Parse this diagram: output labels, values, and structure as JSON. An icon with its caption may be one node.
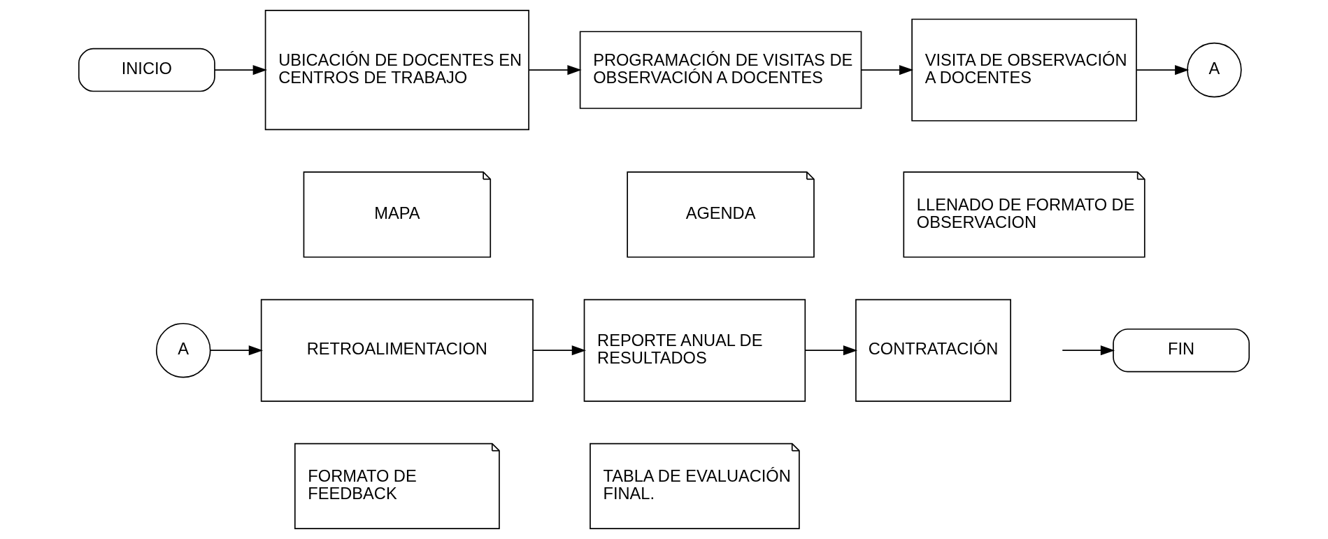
{
  "diagram": {
    "nodes": [
      {
        "text": [
          "INICIO"
        ]
      },
      {
        "text": [
          "UBICACIÓN DE DOCENTES EN CENTROS DE TRABAJO"
        ]
      },
      {
        "text": [
          "MAPA"
        ]
      },
      {
        "text": [
          "PROGRAMACIÓN DE VISITAS DE OBSERVACIÓN A DOCENTES"
        ]
      },
      {
        "text": [
          "AGENDA"
        ]
      },
      {
        "text": [
          "VISITA DE OBSERVACIÓN A DOCENTES"
        ]
      },
      {
        "text": [
          "LLENADO DE FORMATO DE OBSERVACION"
        ]
      },
      {
        "text": [
          "A"
        ]
      },
      {
        "text": [
          "A"
        ]
      },
      {
        "text": [
          "RETROALIMENTACION"
        ]
      },
      {
        "text": [
          "FORMATO DE FEEDBACK"
        ]
      },
      {
        "text": [
          "REPORTE ANUAL DE RESULTADOS"
        ]
      },
      {
        "text": [
          "TABLA DE EVALUACIÓN FINAL."
        ]
      },
      {
        "text": [
          "CONTRATACIÓN"
        ]
      },
      {
        "text": [
          "FIN"
        ]
      }
    ],
    "edges": [
      {
        "from": 0,
        "to": 1,
        "arrow": "to"
      },
      {
        "from": 1,
        "to": 3,
        "arrow": "to"
      },
      {
        "from": 3,
        "to": 5,
        "arrow": "to"
      },
      {
        "from": 5,
        "to": 7,
        "arrow": "to"
      },
      {
        "from": 8,
        "to": 9,
        "arrow": "to"
      },
      {
        "from": 9,
        "to": 11,
        "arrow": "to"
      },
      {
        "from": 11,
        "to": 13,
        "arrow": "to"
      },
      {
        "from": null,
        "to": 14,
        "arrow": "to"
      }
    ]
  }
}
